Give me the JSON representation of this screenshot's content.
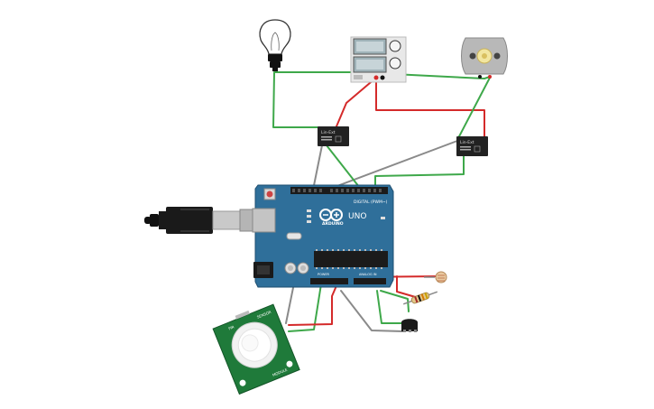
{
  "colors": {
    "arduino_board": "#2f6f9a",
    "wire_green": "#3ea84a",
    "wire_red": "#d42a2a",
    "wire_grey": "#8a8a8a",
    "pir_board": "#1f7a3a",
    "relay_body": "#222222"
  },
  "arduino": {
    "brand": "ARDUINO",
    "model": "UNO",
    "digital_header": "DIGITAL (PWM~)",
    "power_header": "POWER",
    "analog_header": "ANALOG IN"
  },
  "relay_left": {
    "label": "Lin-Ext"
  },
  "relay_right": {
    "label": "Lin-Ext"
  },
  "pir_sensor": {
    "label_left": "SENSOR",
    "label_top": "PIR",
    "label_right": "MODULE"
  },
  "icons": {
    "bulb": "lightbulb-icon",
    "power_supply": "dc-power-supply-icon",
    "motor": "dc-motor-icon",
    "usb": "usb-cable-icon",
    "transistor": "transistor-icon",
    "resistor": "resistor-icon",
    "photoresistor": "photoresistor-icon"
  }
}
